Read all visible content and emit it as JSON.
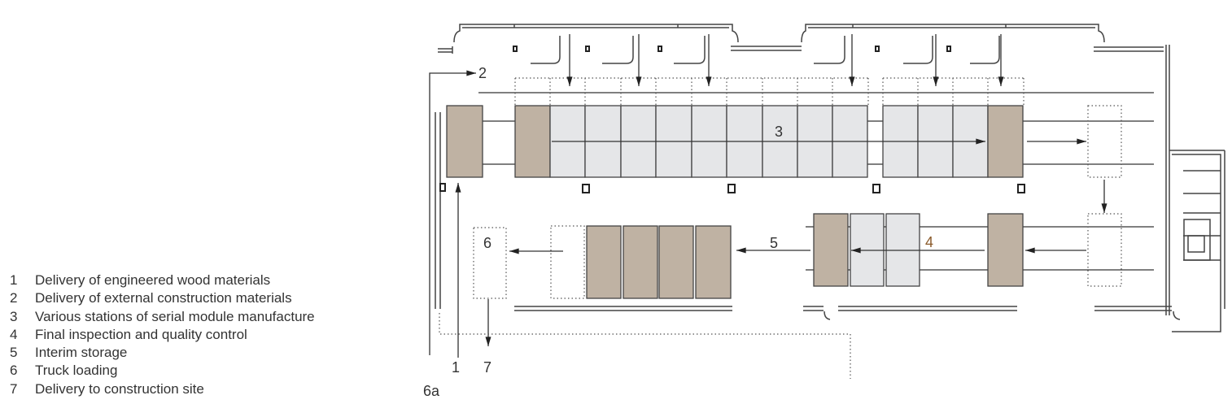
{
  "legend": [
    {
      "num": "1",
      "text": "Delivery of engineered wood materials"
    },
    {
      "num": "2",
      "text": "Delivery of external construction materials"
    },
    {
      "num": "3",
      "text": "Various stations of serial module manufacture"
    },
    {
      "num": "4",
      "text": "Final inspection and quality control"
    },
    {
      "num": "5",
      "text": "Interim storage"
    },
    {
      "num": "6",
      "text": "Truck loading"
    },
    {
      "num": "7",
      "text": "Delivery to construction site"
    }
  ],
  "plan_labels": {
    "l1": "1",
    "l2": "2",
    "l3": "3",
    "l4": "4",
    "l5": "5",
    "l6": "6",
    "l7": "7",
    "l6a": "6a"
  },
  "colors": {
    "module_brown": "#bfb2a3",
    "module_grey": "#e5e6e8",
    "label_4": "#8a5a2a"
  }
}
